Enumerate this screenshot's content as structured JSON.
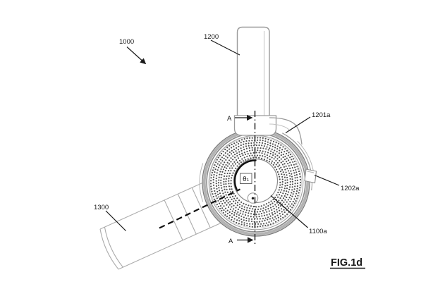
{
  "figure": {
    "caption": "FIG.1d",
    "labels": {
      "assembly": "1000",
      "stem": "1200",
      "rim": "1201a",
      "tab": "1202a",
      "driver": "1100a",
      "arm": "1300",
      "section": "A",
      "angle": "θ₁"
    },
    "colors": {
      "background": "#ffffff",
      "ink": "#1a1a1a",
      "part_line": "#9a9a9a",
      "rim_shade": "#b3b3b3",
      "grille_dot": "#2e2e2e"
    }
  }
}
